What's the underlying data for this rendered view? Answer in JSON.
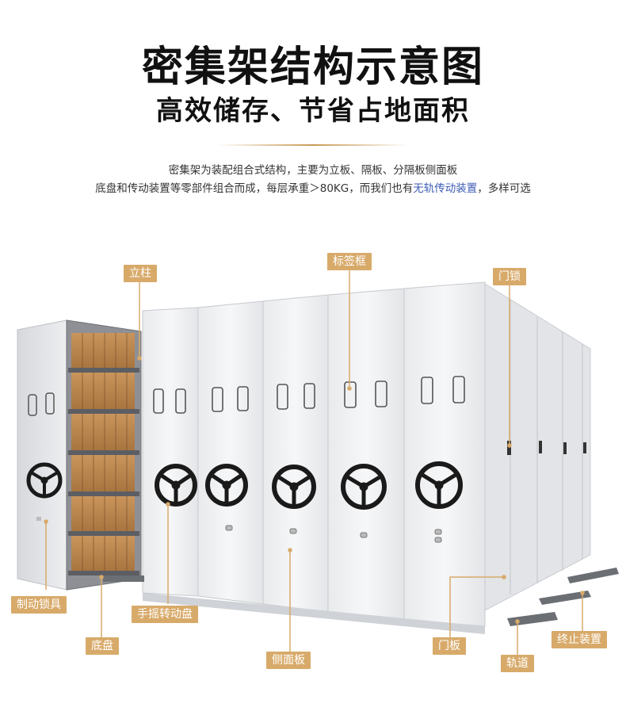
{
  "title": "密集架结构示意图",
  "subtitle": "高效储存、节省占地面积",
  "description": {
    "line1": "密集架为装配组合式结构，主要为立板、隔板、分隔板侧面板",
    "line2_before": "底盘和传动装置等零部件组合而成，每层承重＞80KG，而我们也有",
    "line2_highlight": "无轨传动装置",
    "line2_after": "，多样可选"
  },
  "labels": {
    "column": "立柱",
    "label_frame": "标签框",
    "door_lock": "门锁",
    "brake_lock": "制动锁具",
    "hand_wheel": "手摇转动盘",
    "base": "底盘",
    "side_panel": "侧面板",
    "door_panel": "门板",
    "track": "轨道",
    "end_stop": "终止装置"
  },
  "colors": {
    "accent": "#d8aa6a",
    "highlight_text": "#3d5bb5"
  }
}
